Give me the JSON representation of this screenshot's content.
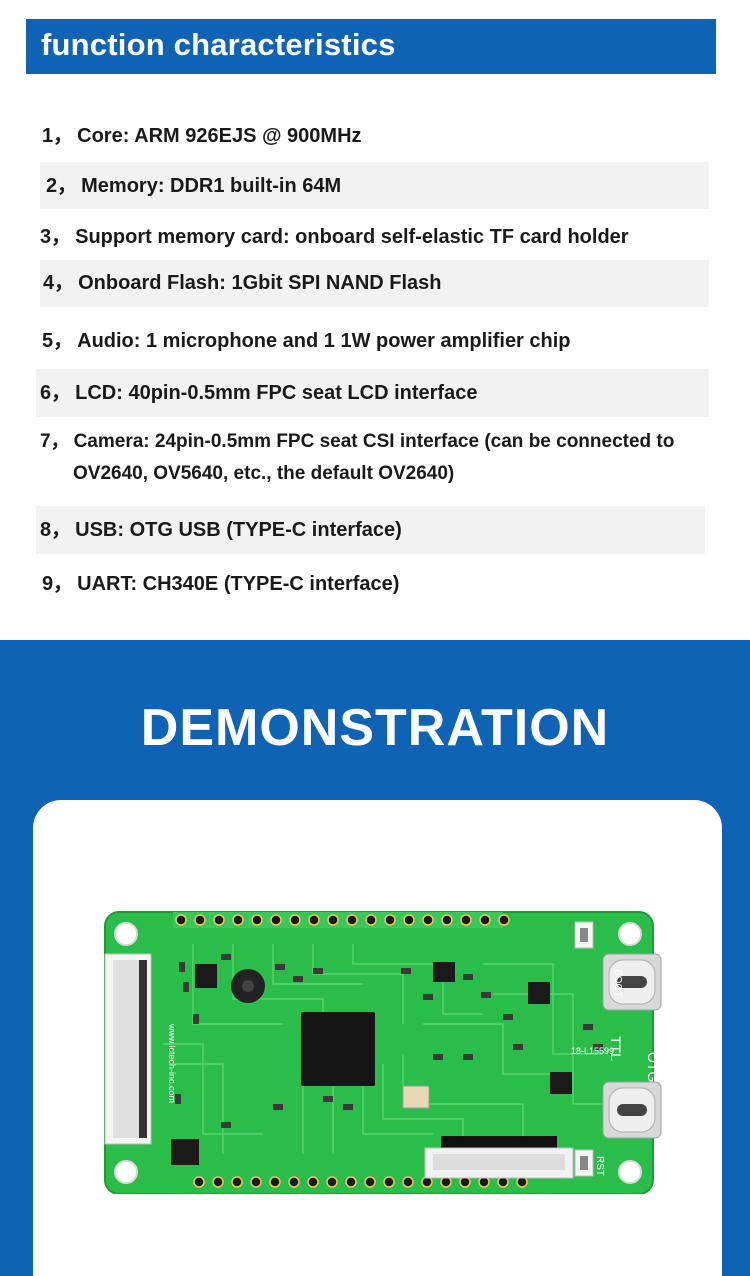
{
  "header": {
    "title": "function characteristics"
  },
  "features": [
    {
      "num": "1，",
      "text": "Core: ARM 926EJS @ 900MHz"
    },
    {
      "num": "2，",
      "text": "Memory: DDR1 built-in 64M"
    },
    {
      "num": "3，",
      "text": "Support memory card: onboard self-elastic TF card holder"
    },
    {
      "num": "4，",
      "text": "Onboard Flash: 1Gbit SPI NAND Flash"
    },
    {
      "num": "5，",
      "text": "Audio: 1 microphone and 1 1W power amplifier chip"
    },
    {
      "num": "6，",
      "text": "LCD: 40pin-0.5mm FPC seat LCD interface"
    },
    {
      "num": "7，",
      "text": "Camera: 24pin-0.5mm FPC seat CSI interface (can be connected to",
      "text2": "OV2640, OV5640, etc., the default OV2640)"
    },
    {
      "num": "8，",
      "text": "USB: OTG USB (TYPE-C interface)"
    },
    {
      "num": "9，",
      "text": "UART: CH340E (TYPE-C interface)"
    }
  ],
  "demo": {
    "title": "DEMONSTRATION",
    "board": {
      "silkscreen_url": "www.lctech-inc.com",
      "label_boot": "BOOT",
      "label_ttl": "TTL",
      "label_otg": "OTG",
      "label_rst": "RST",
      "label_part": "18-L15599"
    }
  },
  "colors": {
    "brand_blue": "#0f63b4",
    "pcb_green": "#2bbd4a",
    "row_shade": "#f2f2f2"
  }
}
